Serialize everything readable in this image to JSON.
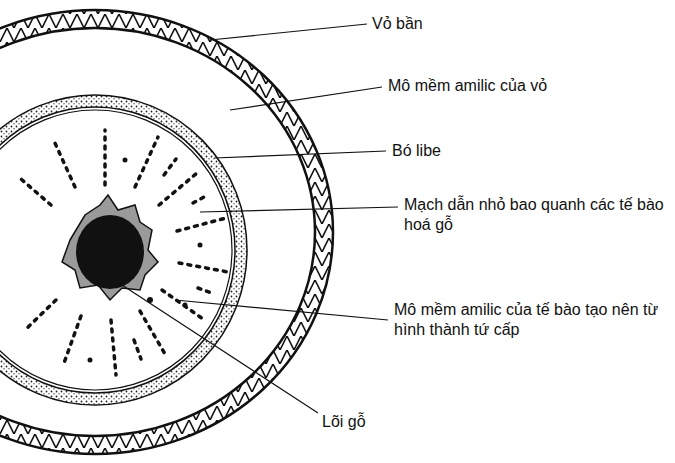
{
  "diagram": {
    "labels": [
      "Vỏ bần",
      "Mô mềm amilic của vỏ",
      "Bó libe",
      "Mạch dẫn nhỏ bao quanh các tế bào hoá gỗ",
      "Mô mềm amilic của tế bào tạo nên từ hình thành tứ cấp",
      "Lõi gỗ"
    ]
  }
}
